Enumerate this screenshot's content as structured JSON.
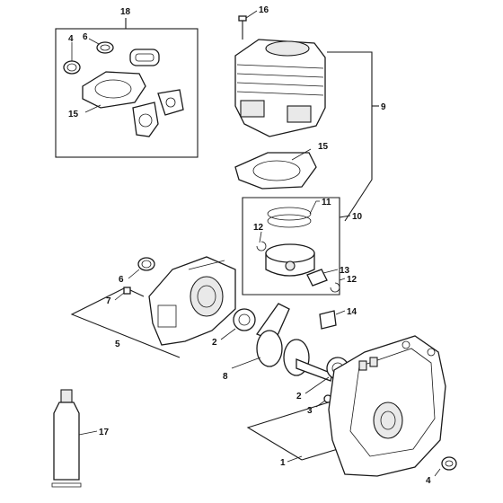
{
  "diagram": {
    "callouts": [
      {
        "id": "c18",
        "label": "18"
      },
      {
        "id": "c16",
        "label": "16"
      },
      {
        "id": "c4a",
        "label": "4"
      },
      {
        "id": "c6a",
        "label": "6"
      },
      {
        "id": "c15a",
        "label": "15"
      },
      {
        "id": "c9",
        "label": "9"
      },
      {
        "id": "c15b",
        "label": "15"
      },
      {
        "id": "c11",
        "label": "11"
      },
      {
        "id": "c12a",
        "label": "12"
      },
      {
        "id": "c10",
        "label": "10"
      },
      {
        "id": "c13",
        "label": "13"
      },
      {
        "id": "c12b",
        "label": "12"
      },
      {
        "id": "c6b",
        "label": "6"
      },
      {
        "id": "c7",
        "label": "7"
      },
      {
        "id": "c14",
        "label": "14"
      },
      {
        "id": "c5",
        "label": "5"
      },
      {
        "id": "c2a",
        "label": "2"
      },
      {
        "id": "c8",
        "label": "8"
      },
      {
        "id": "c2b",
        "label": "2"
      },
      {
        "id": "c3",
        "label": "3"
      },
      {
        "id": "c17",
        "label": "17"
      },
      {
        "id": "c4b",
        "label": "4"
      },
      {
        "id": "c1",
        "label": "1"
      }
    ]
  }
}
